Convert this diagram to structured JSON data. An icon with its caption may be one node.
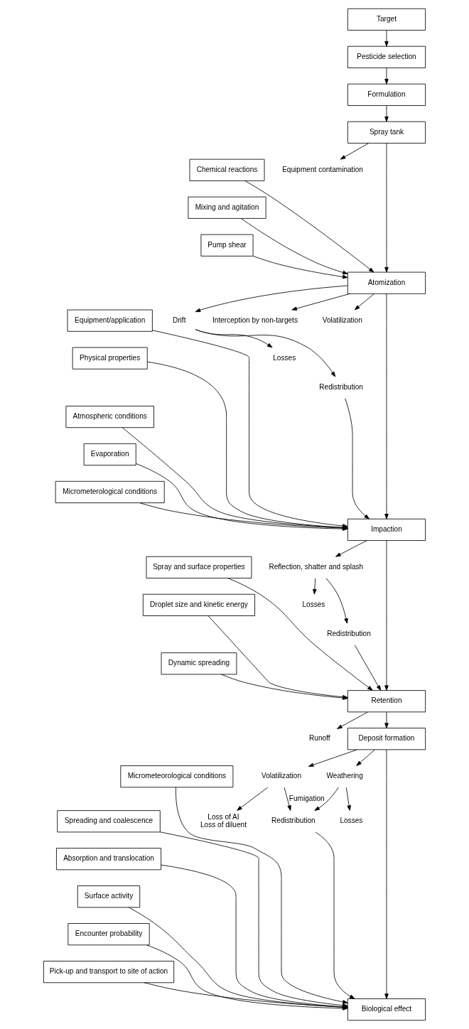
{
  "diagram": {
    "nodes": [
      {
        "text": [
          "Target"
        ]
      },
      {
        "text": [
          "Pesticide selection"
        ]
      },
      {
        "text": [
          "Formulation"
        ]
      },
      {
        "text": [
          "Spray tank"
        ]
      },
      {
        "text": [
          "Chemical reactions"
        ]
      },
      {
        "text": [
          "Mixing and agitation"
        ]
      },
      {
        "text": [
          "Pump shear"
        ]
      },
      {
        "text": [
          "Equipment contamination"
        ]
      },
      {
        "text": [
          "Atomization"
        ]
      },
      {
        "text": [
          "Equipment/application"
        ]
      },
      {
        "text": [
          "Drift"
        ]
      },
      {
        "text": [
          "Losses"
        ]
      },
      {
        "text": [
          "Physical properties"
        ]
      },
      {
        "text": [
          "Interception by non-targets"
        ]
      },
      {
        "text": [
          "Atmospheric conditions"
        ]
      },
      {
        "text": [
          "Evaporation"
        ]
      },
      {
        "text": [
          "Volatilization"
        ]
      },
      {
        "text": [
          "Micrometerological conditions"
        ]
      },
      {
        "text": [
          "Redistribution"
        ]
      },
      {
        "text": [
          "Impaction"
        ]
      },
      {
        "text": [
          "Spray and surface properties"
        ]
      },
      {
        "text": [
          "Droplet size and kinetic energy"
        ]
      },
      {
        "text": [
          "Losses"
        ]
      },
      {
        "text": [
          "Reflection, shatter and splash"
        ]
      },
      {
        "text": [
          "Dynamic spreading"
        ]
      },
      {
        "text": [
          "Redistribution"
        ]
      },
      {
        "text": [
          "Retention"
        ]
      },
      {
        "text": [
          "Runoff"
        ]
      },
      {
        "text": [
          "Loss of AI",
          "Loss of diluent"
        ]
      },
      {
        "text": [
          "Deposit formation"
        ]
      },
      {
        "text": [
          "Micrometeorological conditions"
        ]
      },
      {
        "text": [
          "Volatilization"
        ]
      },
      {
        "text": [
          "Spreading and coalescence"
        ]
      },
      {
        "text": [
          "Losses"
        ]
      },
      {
        "text": [
          "Absorption and translocation"
        ]
      },
      {
        "text": [
          "Weathering"
        ]
      },
      {
        "text": [
          "Surface activity"
        ]
      },
      {
        "text": [
          "Redistribution"
        ]
      },
      {
        "text": [
          "Encounter probability"
        ]
      },
      {
        "text": [
          "Pick-up and transport to site of action"
        ]
      },
      {
        "text": [
          "Biological effect"
        ]
      }
    ],
    "edges": [
      {
        "from": 0,
        "to": 1,
        "arrow": "to"
      },
      {
        "from": 1,
        "to": 2,
        "arrow": "to"
      },
      {
        "from": 2,
        "to": 3,
        "arrow": "to"
      },
      {
        "from": 3,
        "to": 8,
        "arrow": "to"
      },
      {
        "from": 4,
        "to": 8,
        "arrow": "to"
      },
      {
        "from": 5,
        "to": 8,
        "arrow": "to"
      },
      {
        "from": 6,
        "to": 8,
        "arrow": "to"
      },
      {
        "from": 3,
        "to": 7,
        "arrow": "to"
      },
      {
        "from": 8,
        "to": 19,
        "arrow": "to"
      },
      {
        "from": 9,
        "to": 19,
        "arrow": "to"
      },
      {
        "from": 12,
        "to": 19,
        "arrow": "to"
      },
      {
        "from": 14,
        "to": 19,
        "arrow": "to"
      },
      {
        "from": 15,
        "to": 19,
        "arrow": "to"
      },
      {
        "from": 17,
        "to": 19,
        "arrow": "to"
      },
      {
        "from": 8,
        "to": 10,
        "arrow": "to"
      },
      {
        "from": 10,
        "to": 11,
        "arrow": "to"
      },
      {
        "from": 10,
        "to": 18,
        "arrow": "to"
      },
      {
        "from": 8,
        "to": 13,
        "arrow": "to"
      },
      {
        "from": 8,
        "to": 16,
        "arrow": "to"
      },
      {
        "from": 18,
        "to": 19,
        "arrow": "to"
      },
      {
        "from": 19,
        "to": 26,
        "arrow": "to"
      },
      {
        "from": 20,
        "to": 26,
        "arrow": "to"
      },
      {
        "from": 21,
        "to": 26,
        "arrow": "to"
      },
      {
        "from": 24,
        "to": 26,
        "arrow": "to"
      },
      {
        "from": 19,
        "to": 23,
        "arrow": "to"
      },
      {
        "from": 23,
        "to": 22,
        "arrow": "to"
      },
      {
        "from": 23,
        "to": 25,
        "arrow": "to"
      },
      {
        "from": 25,
        "to": 26,
        "arrow": "to"
      },
      {
        "from": 26,
        "to": 29,
        "arrow": "to"
      },
      {
        "from": 26,
        "to": 27,
        "arrow": "to"
      },
      {
        "from": 29,
        "to": 40,
        "arrow": "to"
      },
      {
        "from": 30,
        "to": 40,
        "arrow": "to"
      },
      {
        "from": 32,
        "to": 40,
        "arrow": "to"
      },
      {
        "from": 34,
        "to": 40,
        "arrow": "to"
      },
      {
        "from": 36,
        "to": 40,
        "arrow": "to"
      },
      {
        "from": 38,
        "to": 40,
        "arrow": "to"
      },
      {
        "from": 29,
        "to": 31,
        "arrow": "to"
      },
      {
        "from": 31,
        "to": 28,
        "arrow": "to"
      },
      {
        "from": 31,
        "to": 37,
        "label": "Fumigation",
        "arrow": "to"
      },
      {
        "from": 29,
        "to": 35,
        "arrow": "to"
      },
      {
        "from": 35,
        "to": 33,
        "arrow": "to"
      },
      {
        "from": 35,
        "to": 37,
        "arrow": "to"
      },
      {
        "from": 37,
        "to": 40,
        "arrow": "to"
      },
      {
        "from": 39,
        "to": 40,
        "arrow": "to"
      }
    ]
  }
}
